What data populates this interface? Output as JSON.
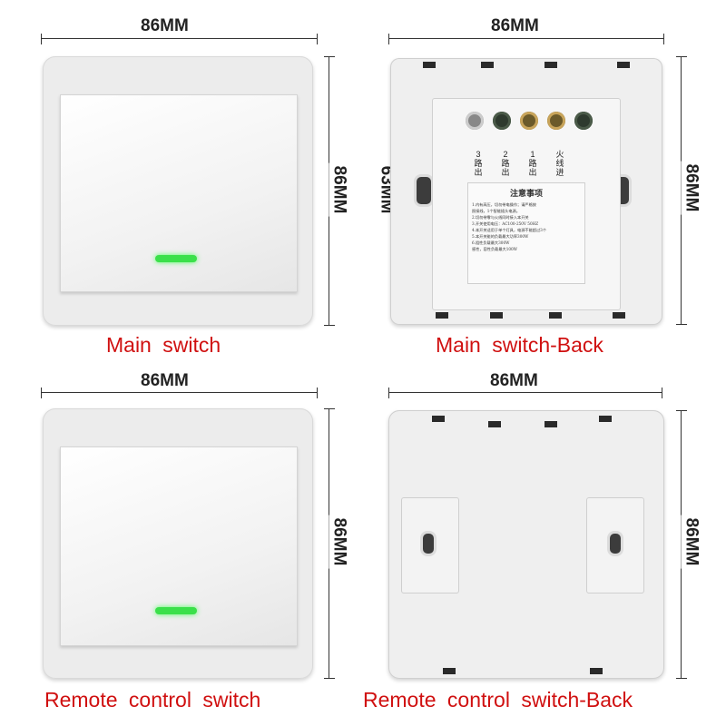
{
  "panels": {
    "main_switch": {
      "width_label": "86MM",
      "height_label": "86MM",
      "caption": "Main switch"
    },
    "main_switch_back": {
      "width_label": "86MM",
      "height_label": "86MM",
      "inner_height_label": "63MM",
      "caption": "Main switch-Back",
      "terminal_labels": [
        "3\n路\n出",
        "2\n路\n出",
        "1\n路\n出",
        "火\n线\n进"
      ],
      "notice_title": "注意事项",
      "notice_lines": [
        "1.内有高压，切勿带电操作；请严格按",
        "照接线，1个智能插头电源。",
        "2.切勿带零与火线同时接入本开关",
        "3.开关使用电压：AC100-250V 50HZ",
        "4.本开关适用于单个灯具，电源不能超过3个",
        "5.本开关能的负载最大功率300W",
        "6.阻性负载最大300W",
        "  感性，容性负载最大100W"
      ]
    },
    "remote_switch": {
      "width_label": "86MM",
      "height_label": "86MM",
      "caption": "Remote control switch"
    },
    "remote_switch_back": {
      "width_label": "86MM",
      "height_label": "86MM",
      "caption": "Remote control switch-Back"
    }
  },
  "colors": {
    "caption": "#d01010",
    "led": "#3be04a",
    "plate": "#ececec"
  }
}
